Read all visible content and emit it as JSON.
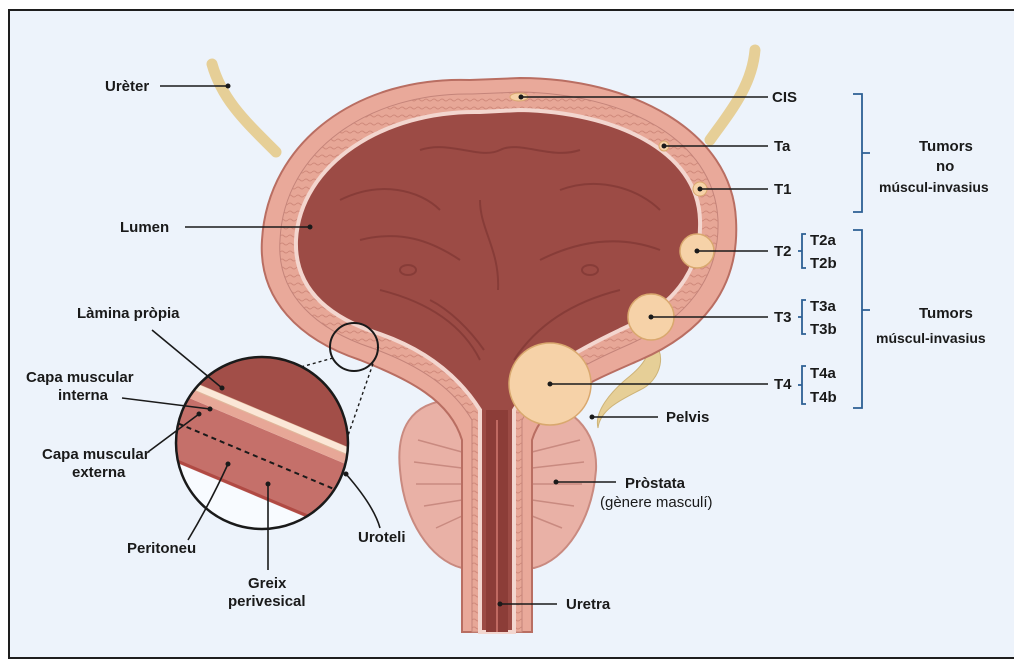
{
  "labels": {
    "ureter": "Urèter",
    "lumen": "Lumen",
    "lamina_propia": "Làmina pròpia",
    "capa_muscular_interna": [
      "Capa muscular",
      "interna"
    ],
    "capa_muscular_externa": [
      "Capa muscular",
      "externa"
    ],
    "peritoneu": "Peritoneu",
    "greix_perivesical": [
      "Greix",
      "perivesical"
    ],
    "uroteli": "Uroteli",
    "uretra": "Uretra",
    "prostata": "Pròstata",
    "prostata_note": "(gènere masculí)",
    "pelvis": "Pelvis"
  },
  "stages": {
    "cis": "CIS",
    "ta": "Ta",
    "t1": "T1",
    "t2": "T2",
    "t2a": "T2a",
    "t2b": "T2b",
    "t3": "T3",
    "t3a": "T3a",
    "t3b": "T3b",
    "t4": "T4",
    "t4a": "T4a",
    "t4b": "T4b"
  },
  "groups": {
    "non_invasive": [
      "Tumors",
      "no",
      "múscul-invasius"
    ],
    "invasive": [
      "Tumors",
      "múscul-invasius"
    ]
  },
  "colors": {
    "background": "#edf3fb",
    "wall": "#e9a99a",
    "lumen": "#9c4b45",
    "tumor": "#f6d2a8",
    "bracket": "#2c5f94",
    "ureter": "#e6cf97"
  }
}
